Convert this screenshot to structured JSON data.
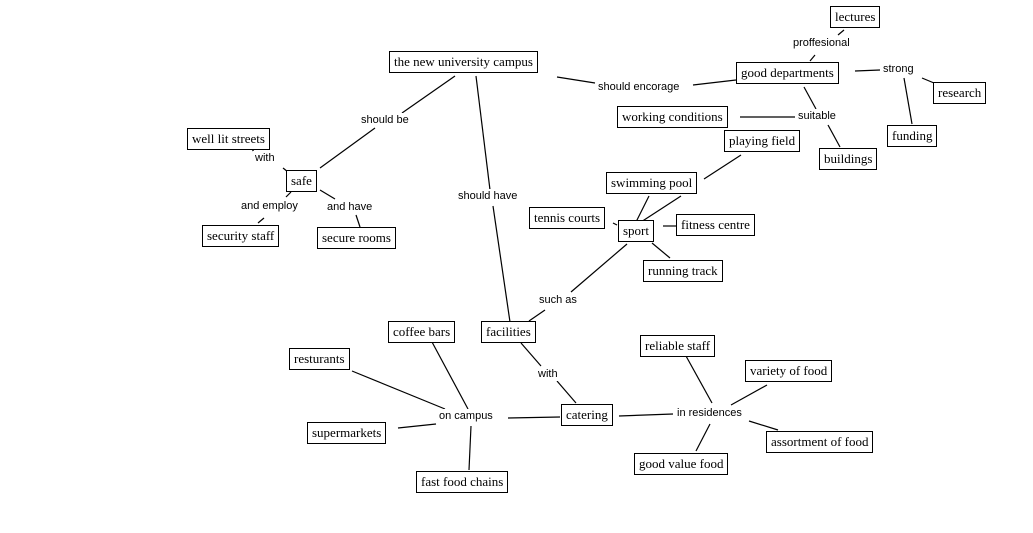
{
  "concepts": {
    "campus": "the new university campus",
    "safe": "safe",
    "well_lit": "well lit streets",
    "security_staff": "security staff",
    "secure_rooms": "secure rooms",
    "good_departments": "good departments",
    "lectures": "lectures",
    "research": "research",
    "funding": "funding",
    "working_conditions": "working conditions",
    "buildings": "buildings",
    "playing_field": "playing field",
    "swimming_pool": "swimming pool",
    "tennis_courts": "tennis courts",
    "sport": "sport",
    "fitness_centre": "fitness centre",
    "running_track": "running track",
    "facilities": "facilities",
    "coffee_bars": "coffee bars",
    "resturants": "resturants",
    "supermarkets": "supermarkets",
    "fast_food": "fast food chains",
    "catering": "catering",
    "reliable_staff": "reliable staff",
    "variety_food": "variety of food",
    "assortment_food": "assortment of food",
    "good_value_food": "good value food"
  },
  "linking_phrases": {
    "should_be": "should be",
    "with_1": "with",
    "and_employ": "and employ",
    "and_have": "and have",
    "should_encorage": "should encorage",
    "proffesional": "proffesional",
    "strong": "strong",
    "suitable": "suitable",
    "should_have": "should have",
    "such_as": "such as",
    "with_2": "with",
    "on_campus": "on campus",
    "in_residences": "in residences"
  }
}
